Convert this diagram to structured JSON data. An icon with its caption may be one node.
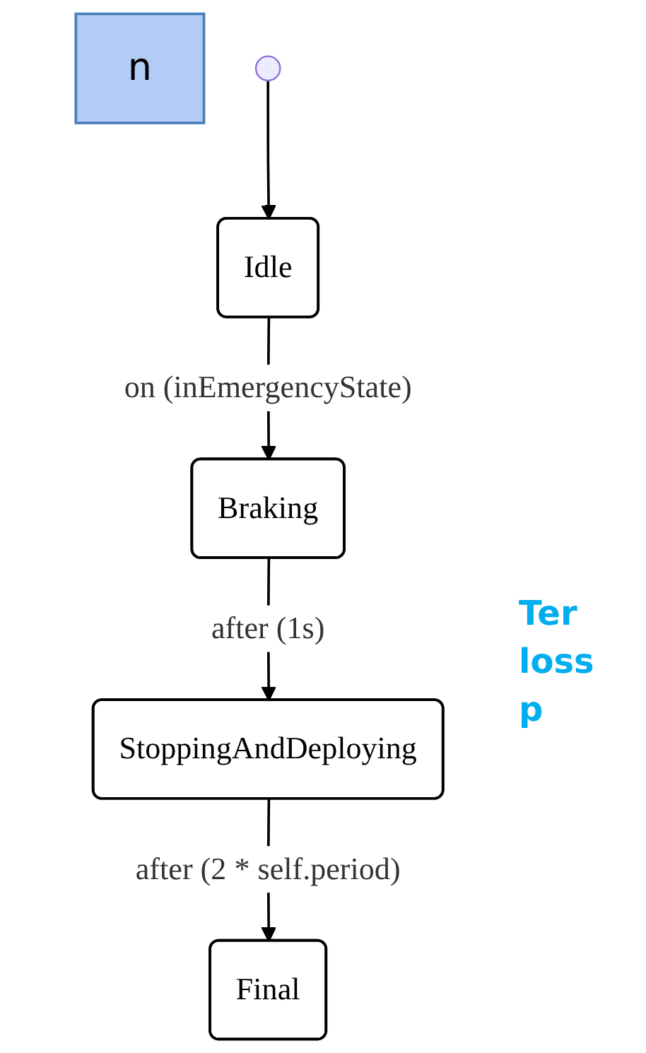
{
  "diagram": {
    "nodes": [
      {
        "text": [
          "n"
        ]
      },
      {
        "text": [],
        "shape": "circle"
      },
      {
        "text": [
          "Idle"
        ]
      },
      {
        "text": [
          "Braking"
        ]
      },
      {
        "text": [
          "StoppingAndDeploying"
        ]
      },
      {
        "text": [
          "Final"
        ]
      }
    ],
    "edges": [
      {
        "from": 1,
        "to": 2,
        "arrow": "to"
      },
      {
        "from": 2,
        "to": 3,
        "label": "on (inEmergencyState)",
        "arrow": "to"
      },
      {
        "from": 3,
        "to": 4,
        "label": "after (1s)",
        "arrow": "to"
      },
      {
        "from": 4,
        "to": 5,
        "label": "after (2 * self.period)",
        "arrow": "to"
      }
    ],
    "labels": [
      "Ter",
      "loss",
      "p"
    ]
  }
}
